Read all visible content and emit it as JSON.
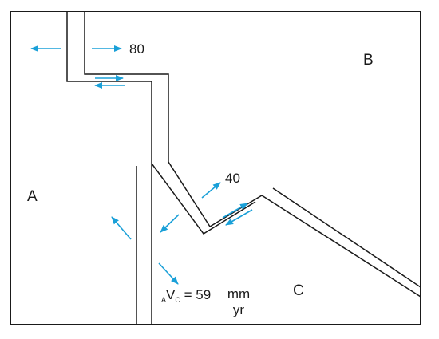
{
  "plates": {
    "a": "A",
    "b": "B",
    "c": "C"
  },
  "rates": {
    "top": "80",
    "middle": "40"
  },
  "formula": {
    "sub_left": "A",
    "main": "V",
    "sub_right": "C",
    "equals_value": "= 59",
    "unit_numerator": "mm",
    "unit_denominator": "yr"
  },
  "colors": {
    "lines": "#1a1a1a",
    "arrows": "#1aa0d8"
  }
}
